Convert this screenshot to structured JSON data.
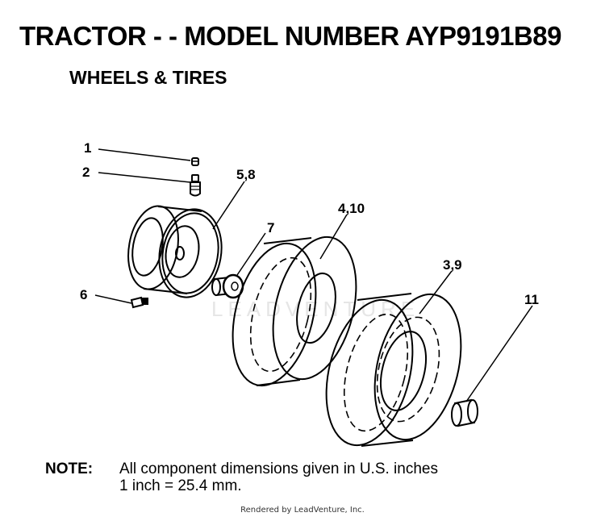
{
  "header": {
    "title": "TRACTOR - - MODEL NUMBER AYP9191B89",
    "subtitle": "WHEELS & TIRES"
  },
  "callouts": {
    "c1": "1",
    "c2": "2",
    "c58": "5,8",
    "c7": "7",
    "c410": "4,10",
    "c39": "3,9",
    "c6": "6",
    "c11": "11"
  },
  "watermark": "LEADVENTURE",
  "note": {
    "label": "NOTE:",
    "line1": "All component dimensions given in U.S. inches",
    "line2": "1 inch = 25.4 mm."
  },
  "footer": "Rendered by LeadVenture, Inc."
}
